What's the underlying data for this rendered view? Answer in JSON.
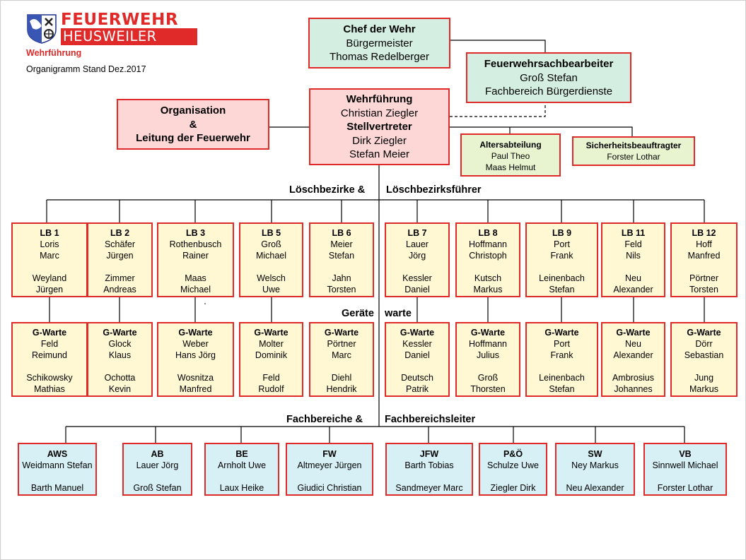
{
  "header": {
    "logo_line1": "FEUERWEHR",
    "logo_line2": "HEUSWEILER",
    "subtitle": "Wehrführung",
    "stand": "Organigramm Stand Dez.2017"
  },
  "chef": {
    "title": "Chef der Wehr",
    "line1": "Bürgermeister",
    "line2": "Thomas Redelberger"
  },
  "sachbearbeiter": {
    "title": "Feuerwehrsachbearbeiter",
    "line1": "Groß Stefan",
    "line2": "Fachbereich Bürgerdienste"
  },
  "organisation": {
    "line1": "Organisation",
    "line2": "&",
    "line3": "Leitung der Feuerwehr"
  },
  "wehrfuehrung": {
    "title": "Wehrführung",
    "leader": "Christian Ziegler",
    "deputy_title": "Stellvertreter",
    "deputy1": "Dirk Ziegler",
    "deputy2": "Stefan Meier"
  },
  "altersabteilung": {
    "title": "Altersabteilung",
    "line1": "Paul Theo",
    "line2": "Maas Helmut"
  },
  "sicherheit": {
    "title": "Sicherheitsbeauftragter",
    "line1": "Forster Lothar"
  },
  "labels": {
    "loesch_left": "Löschbezirke &",
    "loesch_right": "Löschbezirksführer",
    "geraete_left": "Geräte",
    "geraete_right": "warte",
    "fach_left": "Fachbereiche &",
    "fach_right": "Fachbereichsleiter"
  },
  "loeschbezirke": [
    {
      "id": "LB 1",
      "lead1": "Loris",
      "lead2": "Marc",
      "dep1": "Weyland",
      "dep2": "Jürgen"
    },
    {
      "id": "LB 2",
      "lead1": "Schäfer",
      "lead2": "Jürgen",
      "dep1": "Zimmer",
      "dep2": "Andreas"
    },
    {
      "id": "LB 3",
      "lead1": "Rothenbusch",
      "lead2": "Rainer",
      "dep1": "Maas",
      "dep2": "Michael"
    },
    {
      "id": "LB 5",
      "lead1": "Groß",
      "lead2": "Michael",
      "dep1": "Welsch",
      "dep2": "Uwe"
    },
    {
      "id": "LB 6",
      "lead1": "Meier",
      "lead2": "Stefan",
      "dep1": "Jahn",
      "dep2": "Torsten"
    },
    {
      "id": "LB 7",
      "lead1": "Lauer",
      "lead2": "Jörg",
      "dep1": "Kessler",
      "dep2": "Daniel"
    },
    {
      "id": "LB 8",
      "lead1": "Hoffmann",
      "lead2": "Christoph",
      "dep1": "Kutsch",
      "dep2": "Markus"
    },
    {
      "id": "LB 9",
      "lead1": "Port",
      "lead2": "Frank",
      "dep1": "Leinenbach",
      "dep2": "Stefan"
    },
    {
      "id": "LB 11",
      "lead1": "Feld",
      "lead2": "Nils",
      "dep1": "Neu",
      "dep2": "Alexander"
    },
    {
      "id": "LB 12",
      "lead1": "Hoff",
      "lead2": "Manfred",
      "dep1": "Pörtner",
      "dep2": "Torsten"
    }
  ],
  "geraetewarte": [
    {
      "title": "G-Warte",
      "lead1": "Feld",
      "lead2": "Reimund",
      "dep1": "Schikowsky",
      "dep2": "Mathias"
    },
    {
      "title": "G-Warte",
      "lead1": "Glock",
      "lead2": "Klaus",
      "dep1": "Ochotta",
      "dep2": "Kevin"
    },
    {
      "title": "G-Warte",
      "lead1": "Weber",
      "lead2": "Hans Jörg",
      "dep1": "Wosnitza",
      "dep2": "Manfred"
    },
    {
      "title": "G-Warte",
      "lead1": "Molter",
      "lead2": "Dominik",
      "dep1": "Feld",
      "dep2": "Rudolf"
    },
    {
      "title": "G-Warte",
      "lead1": "Pörtner",
      "lead2": "Marc",
      "dep1": "Diehl",
      "dep2": "Hendrik"
    },
    {
      "title": "G-Warte",
      "lead1": "Kessler",
      "lead2": "Daniel",
      "dep1": "Deutsch",
      "dep2": "Patrik"
    },
    {
      "title": "G-Warte",
      "lead1": "Hoffmann",
      "lead2": "Julius",
      "dep1": "Groß",
      "dep2": "Thorsten"
    },
    {
      "title": "G-Warte",
      "lead1": "Port",
      "lead2": "Frank",
      "dep1": "Leinenbach",
      "dep2": "Stefan"
    },
    {
      "title": "G-Warte",
      "lead1": "Neu",
      "lead2": "Alexander",
      "dep1": "Ambrosius",
      "dep2": "Johannes"
    },
    {
      "title": "G-Warte",
      "lead1": "Dörr",
      "lead2": "Sebastian",
      "dep1": "Jung",
      "dep2": "Markus"
    }
  ],
  "fachbereiche": [
    {
      "id": "AWS",
      "lead": "Weidmann Stefan",
      "dep": "Barth Manuel"
    },
    {
      "id": "AB",
      "lead": "Lauer Jörg",
      "dep": "Groß Stefan"
    },
    {
      "id": "BE",
      "lead": "Arnholt Uwe",
      "dep": "Laux Heike"
    },
    {
      "id": "FW",
      "lead": "Altmeyer Jürgen",
      "dep": "Giudici Christian"
    },
    {
      "id": "JFW",
      "lead": "Barth Tobias",
      "dep": "Sandmeyer Marc"
    },
    {
      "id": "P&Ö",
      "lead": "Schulze Uwe",
      "dep": "Ziegler Dirk"
    },
    {
      "id": "SW",
      "lead": "Ney Markus",
      "dep": "Neu Alexander"
    },
    {
      "id": "VB",
      "lead": "Sinnwell Michael",
      "dep": "Forster Lothar"
    }
  ]
}
